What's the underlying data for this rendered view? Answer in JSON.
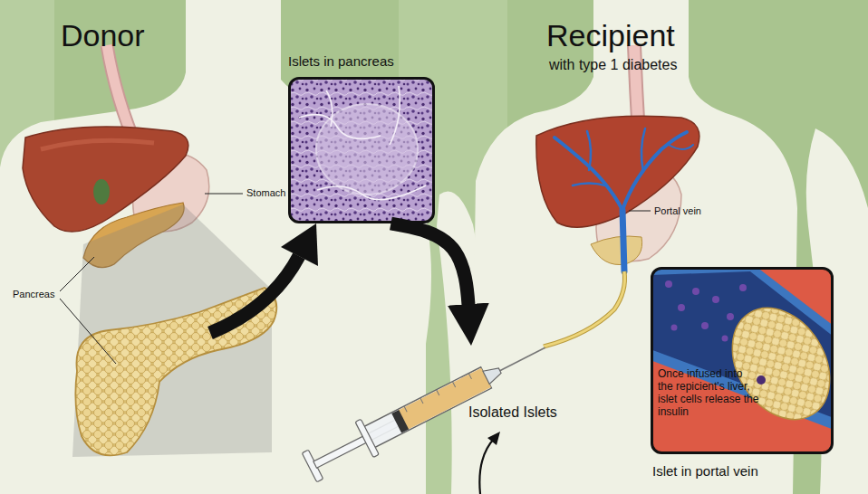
{
  "diagram": {
    "nodes": [
      {
        "text": [
          "Islets in pancreas"
        ]
      },
      {
        "text": [
          "Isolated Islets"
        ]
      },
      {
        "text": [
          "Once infused into the repicient's liver, islet cells release the insulin",
          "Islet in portal vein"
        ]
      }
    ],
    "edges": [
      {
        "from": 0,
        "to": 1,
        "arrow": "to"
      }
    ],
    "labels": [
      "Donor",
      "Recipient",
      "with type 1 diabetes",
      "Stomach",
      "Pancreas",
      "Portal vein"
    ]
  }
}
